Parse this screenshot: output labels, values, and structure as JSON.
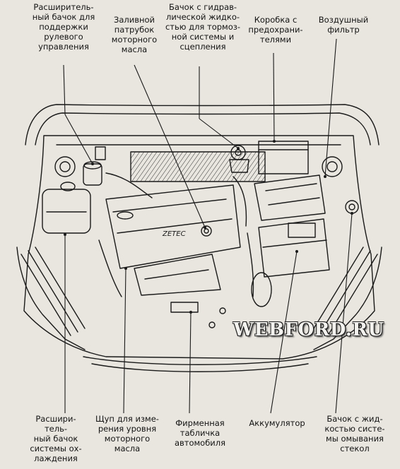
{
  "labels": {
    "steering_reservoir": "Расширитель-\nный бачок для\nподдержки\nрулевого\nуправления",
    "oil_filler": "Заливной\nпатрубок\nмоторного\nмасла",
    "brake_fluid": "Бачок с гидрав-\nлической жидко-\nстью для тормоз-\nной системы и\nсцепления",
    "fuse_box": "Коробка с\nпредохрани-\nтелями",
    "air_filter": "Воздушный\nфильтр",
    "coolant_tank": "Расшири-\nтель-\nный бачок\nсистемы ох-\nлаждения",
    "dipstick": "Щуп для изме-\nрения уровня\nмоторного\nмасла",
    "vin_plate": "Фирменная\nтабличка\nавтомобиля",
    "battery": "Аккумулятор",
    "washer": "Бачок с жид-\nкостью систе-\nмы омывания\nстекол"
  },
  "watermark": "WEBFORD.RU",
  "colors": {
    "ink": "#141414",
    "paper": "#e9e6df"
  }
}
